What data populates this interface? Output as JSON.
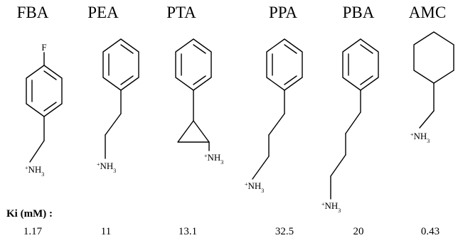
{
  "compounds": [
    {
      "name": "FBA",
      "ki": "1.17",
      "fluoro": "F"
    },
    {
      "name": "PEA",
      "ki": "11"
    },
    {
      "name": "PTA",
      "ki": "13.1"
    },
    {
      "name": "PPA",
      "ki": "32.5"
    },
    {
      "name": "PBA",
      "ki": "20"
    },
    {
      "name": "AMC",
      "ki": "0.43"
    }
  ],
  "ammonium": {
    "charge": "+",
    "symbol": "NH",
    "subscript": "3"
  },
  "ki_label": "Ki (mM) :"
}
